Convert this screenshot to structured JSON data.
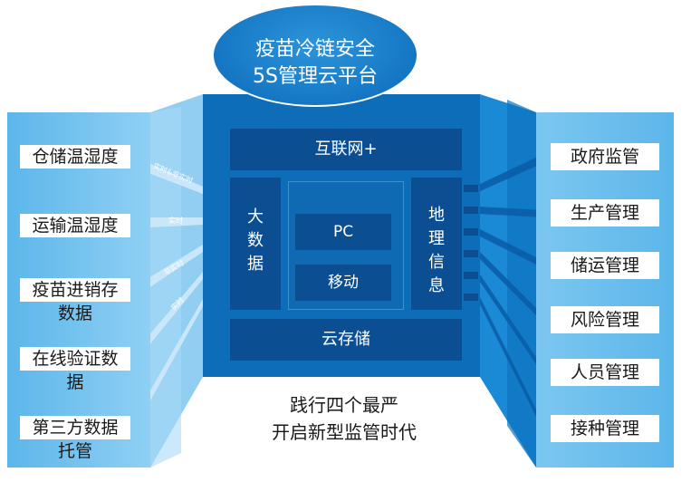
{
  "title": {
    "line1": "疫苗冷链安全",
    "line2": "5S管理云平台"
  },
  "left_items": [
    {
      "line1": "仓储温湿度",
      "line2": ""
    },
    {
      "line1": "运输温湿度",
      "line2": ""
    },
    {
      "line1": "疫苗进销存",
      "line2": "数据"
    },
    {
      "line1": "在线验证数",
      "line2": "据"
    },
    {
      "line1": "第三方数据",
      "line2": "托管"
    }
  ],
  "arrow_labels": [
    "实时&非实时",
    "实时",
    "非实时",
    "实时"
  ],
  "center": {
    "top": "互联网+",
    "left": [
      "大",
      "数",
      "据"
    ],
    "right": [
      "地",
      "理",
      "信",
      "息"
    ],
    "pc": "PC",
    "mobile": "移动",
    "bottom": "云存储"
  },
  "right_items": [
    "政府监管",
    "生产管理",
    "储运管理",
    "风险管理",
    "人员管理",
    "接种管理"
  ],
  "slogan": {
    "line1": "践行四个最严",
    "line2": "开启新型监管时代"
  },
  "colors": {
    "dark_blue": "#0b4f92",
    "mid_blue": "#0e6db8",
    "light_blue": "#5cb6ea"
  }
}
